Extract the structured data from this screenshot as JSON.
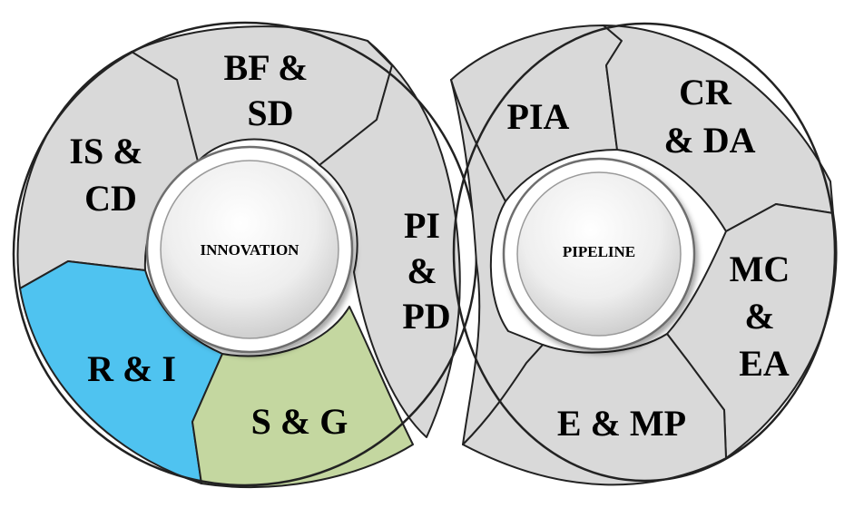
{
  "colors": {
    "gray_segment": "#d9d9d9",
    "blue_segment": "#4fc3f0",
    "green_segment": "#c4d7a0",
    "outline": "#222222"
  },
  "innovation": {
    "hub_label": "INNOVATION",
    "segments": [
      {
        "id": "bf-sd",
        "lines": [
          "BF &",
          "SD"
        ]
      },
      {
        "id": "is-cd",
        "lines": [
          "IS &",
          "CD"
        ]
      },
      {
        "id": "r-i",
        "lines": [
          "R & I"
        ]
      },
      {
        "id": "s-g",
        "lines": [
          "S & G"
        ]
      },
      {
        "id": "pi-pd",
        "lines": [
          "PI",
          "&",
          "PD"
        ]
      }
    ]
  },
  "pipeline": {
    "hub_label": "PIPELINE",
    "segments": [
      {
        "id": "pia",
        "lines": [
          "PIA"
        ]
      },
      {
        "id": "cr-da",
        "lines": [
          "CR",
          "& DA"
        ]
      },
      {
        "id": "mc-ea",
        "lines": [
          "MC",
          "&",
          "EA"
        ]
      },
      {
        "id": "e-mp",
        "lines": [
          "E & MP"
        ]
      }
    ]
  }
}
